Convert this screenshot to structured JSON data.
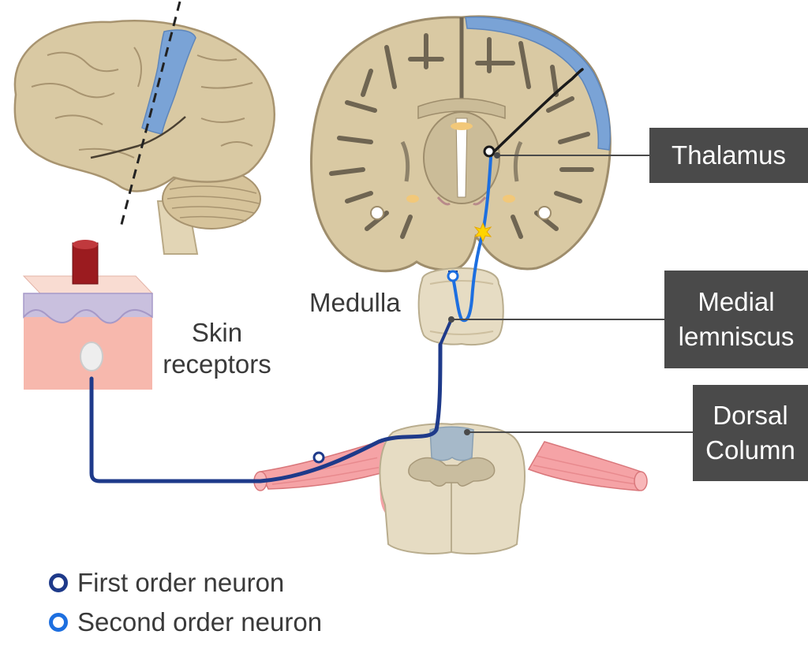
{
  "labels": {
    "thalamus": "Thalamus",
    "medial_lemniscus_line1": "Medial",
    "medial_lemniscus_line2": "lemniscus",
    "dorsal_column_line1": "Dorsal",
    "dorsal_column_line2": "Column",
    "medulla": "Medulla",
    "skin_receptors_line1": "Skin",
    "skin_receptors_line2": "receptors"
  },
  "legend": [
    {
      "label": "First order neuron",
      "color": "#1e3a8a"
    },
    {
      "label": "Second order neuron",
      "color": "#1d6fe0"
    }
  ],
  "colors": {
    "first_order_neuron": "#1e3a8a",
    "second_order_neuron": "#1d6fe0",
    "third_order_neuron": "#1a1a1a",
    "callout_background": "#4a4a4a",
    "brain_tissue": "#d9c9a3",
    "sensory_cortex": "#7aa3d6",
    "muscle": "#f08e93",
    "spinal_cord": "#e6dcc3"
  }
}
